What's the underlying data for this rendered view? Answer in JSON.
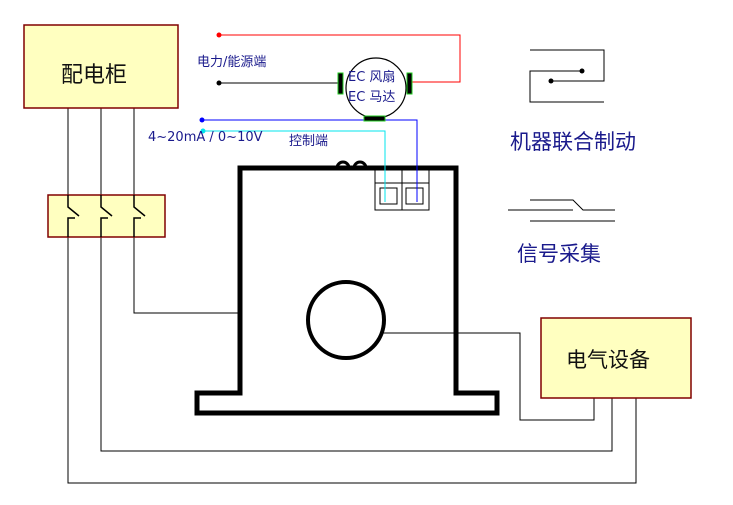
{
  "labels": {
    "distribution_cabinet": "配电柜",
    "electrical_equipment": "电气设备",
    "power_terminal": "电力/能源端",
    "fan_line1": "EC 风扇",
    "fan_line2": "EC 马达",
    "signal_range": "4~20mA / 0~10V",
    "control_terminal": "控制端",
    "machine_linkage": "机器联合制动",
    "signal_acquisition": "信号采集"
  },
  "colors": {
    "box_fill": "#ffffc0",
    "box_border": "#800000",
    "text": "#1a1a8c",
    "power_red": "#ff0000",
    "signal_blue": "#0000ff",
    "signal_cyan": "#00e5ee"
  }
}
